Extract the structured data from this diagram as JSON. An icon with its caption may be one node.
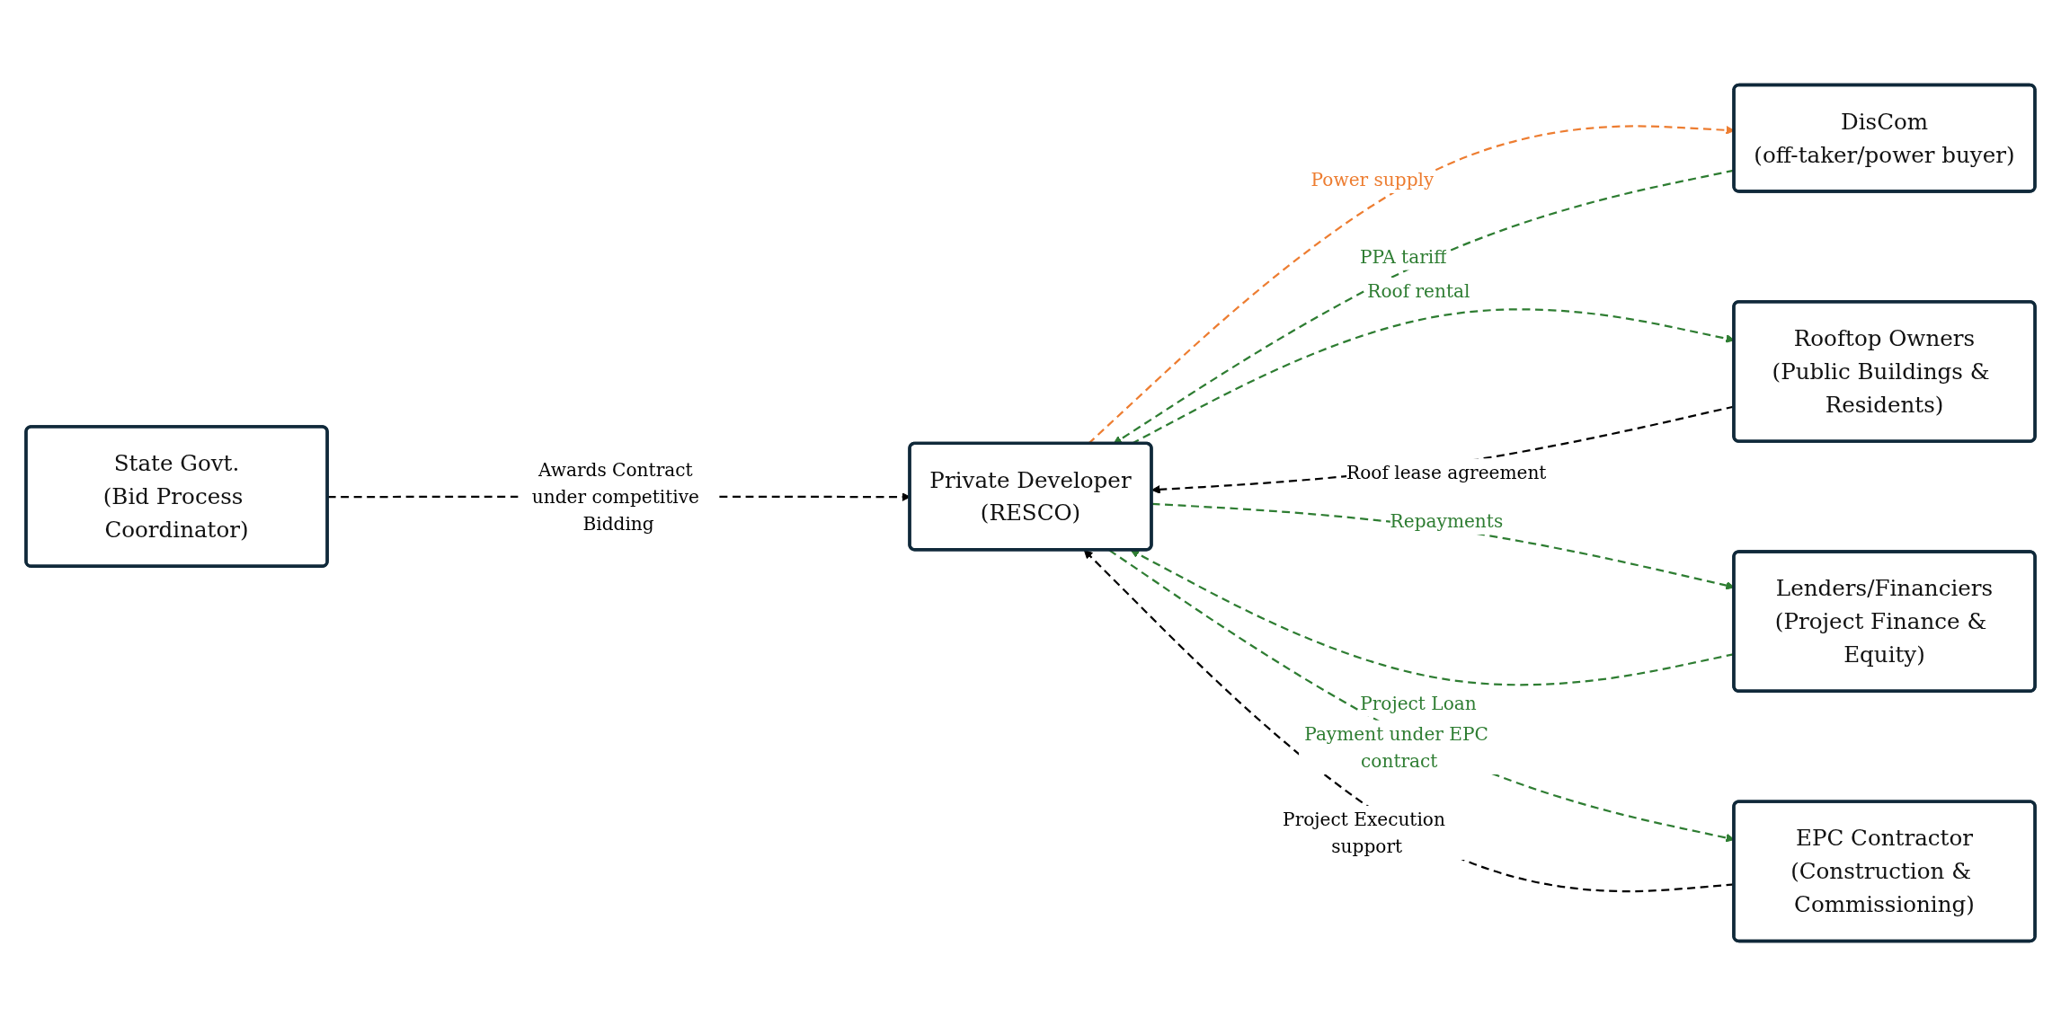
{
  "diagram": {
    "nodes": [
      {
        "text": [
          "State Govt.",
          "(Bid Process Coordinator)"
        ]
      },
      {
        "text": [
          "DisCom",
          "(off-taker/power buyer)"
        ]
      },
      {
        "text": [
          "Private Developer",
          "(RESCO)"
        ]
      },
      {
        "text": [
          "Rooftop Owners",
          "(Public Buildings & Residents)"
        ]
      },
      {
        "text": [
          "Lenders/Financiers",
          "(Project Finance & Equity)"
        ]
      },
      {
        "text": [
          "EPC Contractor",
          "(Construction & Commissioning)"
        ]
      }
    ],
    "edges": [
      {
        "from": 0,
        "to": 2,
        "arrow": "to",
        "label": "Awards Contract under competitive Bidding",
        "style": "dashed",
        "color": "#000000"
      },
      {
        "from": 2,
        "to": 1,
        "arrow": "to",
        "label": "Power supply",
        "style": "dashed",
        "color": "#ed7d31"
      },
      {
        "from": 1,
        "to": 2,
        "arrow": "to",
        "label": "PPA tariff",
        "style": "dashed"
      },
      {
        "from": 3,
        "to": 2,
        "arrow": "to",
        "label": "Roof lease agreement",
        "style": "dashed",
        "color": "#000000"
      },
      {
        "from": 2,
        "to": 3,
        "arrow": "to",
        "label": "Roof rental",
        "style": "dashed"
      },
      {
        "from": 2,
        "to": 4,
        "arrow": "to",
        "label": "Repayments",
        "style": "dashed"
      },
      {
        "from": 4,
        "to": 2,
        "arrow": "to",
        "label": "Project Loan",
        "style": "dashed"
      },
      {
        "from": 2,
        "to": 5,
        "arrow": "to",
        "label": "Payment under EPC contract",
        "style": "dashed"
      },
      {
        "from": 5,
        "to": 2,
        "arrow": "to",
        "label": "Project Execution support",
        "style": "dashed",
        "color": "#000000"
      }
    ]
  }
}
